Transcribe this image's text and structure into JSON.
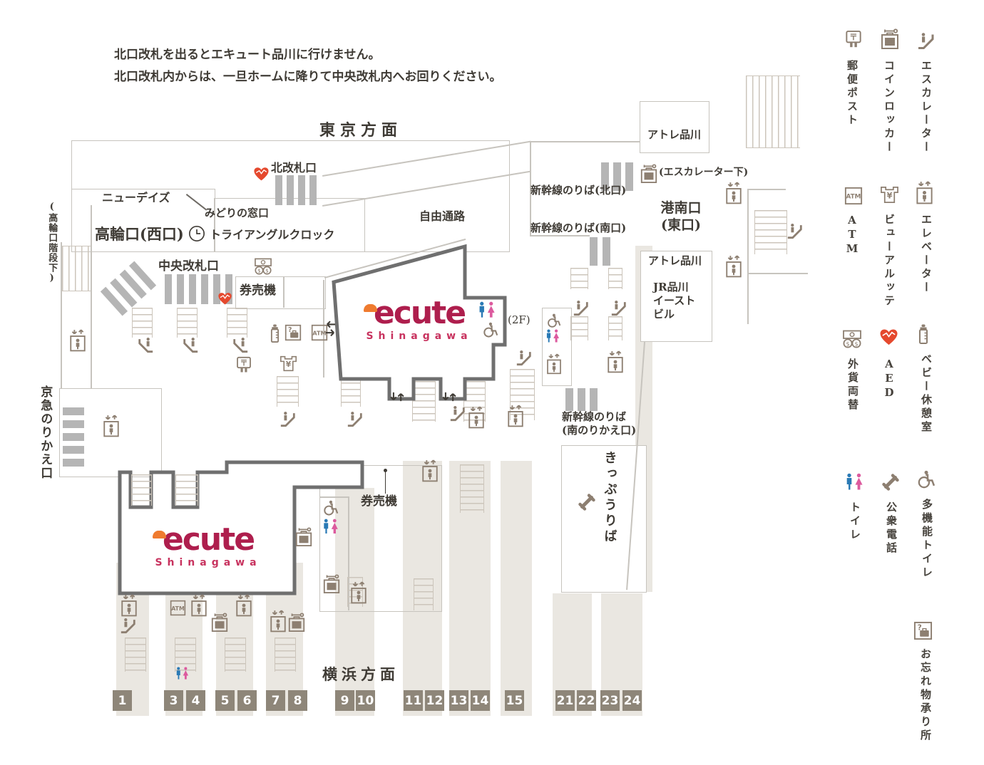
{
  "notice": {
    "line1": "北口改札を出るとエキュート品川に行けません。",
    "line2": "北口改札内からは、一旦ホームに降りて中央改札内へお回りください。"
  },
  "labels": {
    "tokyo": "東京方面",
    "yokohama": "横浜方面",
    "north_gate": "北改札口",
    "newdays": "ニューデイズ",
    "midori": "みどりの窓口",
    "takanawa": "高輪口(西口)",
    "clock": "トライアングルクロック",
    "takanawa_under": "(高輪口階段下)",
    "central_gate": "中央改札口",
    "ticket_machine": "券売機",
    "ticket_machine2": "券売機",
    "free_passage": "自由通路",
    "shinkansen_north": "新幹線のりば(北口)",
    "shinkansen_south": "新幹線のりば(南口)",
    "shinkansen_transfer1": "新幹線のりば",
    "shinkansen_transfer2": "(南のりかえ口)",
    "konan1": "港南口",
    "konan2": "(東口)",
    "atre": "アトレ品川",
    "atre2": "アトレ品川",
    "esc_below": "(エスカレーター下)",
    "jr1": "JR品川",
    "jr2": "イースト",
    "jr3": "ビル",
    "keikyu": "京急のりかえ口",
    "ticket_office": "きっぷうりば",
    "floor_2f": "(2F)"
  },
  "ecute": {
    "name": "ecute",
    "sub": "Shinagawa"
  },
  "legend": {
    "items": [
      {
        "label": "郵便ポスト",
        "icon": "post-icon"
      },
      {
        "label": "コインロッカー",
        "icon": "coin-locker-icon"
      },
      {
        "label": "エスカレーター",
        "icon": "escalator-icon"
      },
      {
        "label": "ATM",
        "icon": "atm-icon"
      },
      {
        "label": "ビューアルッテ",
        "icon": "view-altte-icon"
      },
      {
        "label": "エレベーター",
        "icon": "elevator-icon"
      },
      {
        "label": "外貨両替",
        "icon": "currency-exchange-icon"
      },
      {
        "label": "AED",
        "icon": "aed-icon"
      },
      {
        "label": "ベビー休憩室",
        "icon": "baby-room-icon"
      },
      {
        "label": "トイレ",
        "icon": "toilet-icon"
      },
      {
        "label": "公衆電話",
        "icon": "public-phone-icon"
      },
      {
        "label": "多機能トイレ",
        "icon": "accessible-toilet-icon"
      },
      {
        "label": "お忘れ物承り所",
        "icon": "lost-and-found-icon"
      }
    ]
  },
  "platforms": {
    "numbers": [
      "1",
      "3",
      "4",
      "5",
      "6",
      "7",
      "8",
      "9",
      "10",
      "11",
      "12",
      "13",
      "14",
      "15",
      "21",
      "22",
      "23",
      "24"
    ]
  },
  "colors": {
    "aed_red": "#e5492e",
    "toilet_male_blue": "#2a7ab5",
    "toilet_female_pink": "#dc5a9e",
    "icon_brown": "#8d7f71",
    "ecute_crimson": "#ae1e4d",
    "ecute_orange": "#ef7b2f",
    "gate_gray": "#b5b5b5",
    "platform_beige": "#eae7e1",
    "number_box_gray": "#8e8679"
  }
}
